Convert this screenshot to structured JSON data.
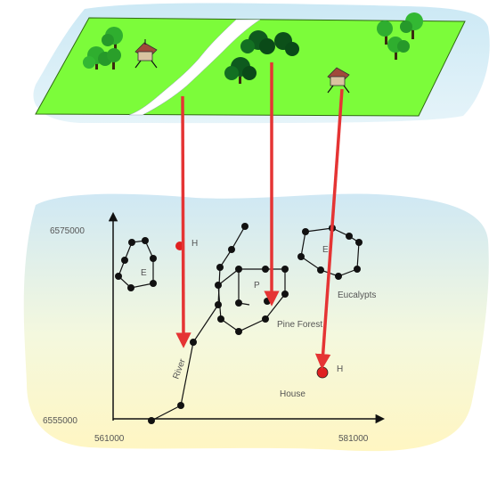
{
  "axis": {
    "y_top": "6575000",
    "y_bottom": "6555000",
    "x_left": "561000",
    "x_right": "581000"
  },
  "labels": {
    "house_point_small": "H",
    "eucalypt_small_left": "E",
    "eucalypt_small_right": "E",
    "pine_small": "P",
    "eucalypts": "Eucalypts",
    "pine_forest": "Pine Forest",
    "river": "River",
    "house_point_large": "H",
    "house": "House"
  },
  "colors": {
    "grass": "#7CFC3A",
    "water": "#ffffff",
    "backdrop_blue": "#cfe8f4",
    "backdrop_yellow": "#fff8c8",
    "arrow": "#e53434",
    "vertex": "#111111",
    "house_point": "#e02020"
  }
}
